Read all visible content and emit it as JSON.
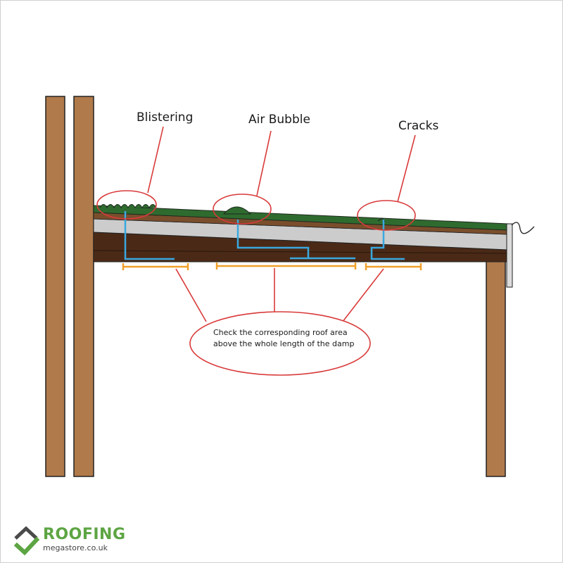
{
  "labels": {
    "blistering": "Blistering",
    "air_bubble": "Air Bubble",
    "cracks": "Cracks"
  },
  "note": "Check the corresponding roof area above the whole length of the damp",
  "logo": {
    "main": "ROOFING",
    "sub": "megastore.co.uk"
  },
  "colors": {
    "timber": "#b07a4a",
    "felt": "#2f6b2f",
    "deck": "#cccccc",
    "joist": "#4a2a17",
    "water": "#3aa8e0",
    "callout": "#d93a3a",
    "span": "#f0a02a",
    "logo_green": "#5da543",
    "logo_gray": "#4a4a4a"
  }
}
